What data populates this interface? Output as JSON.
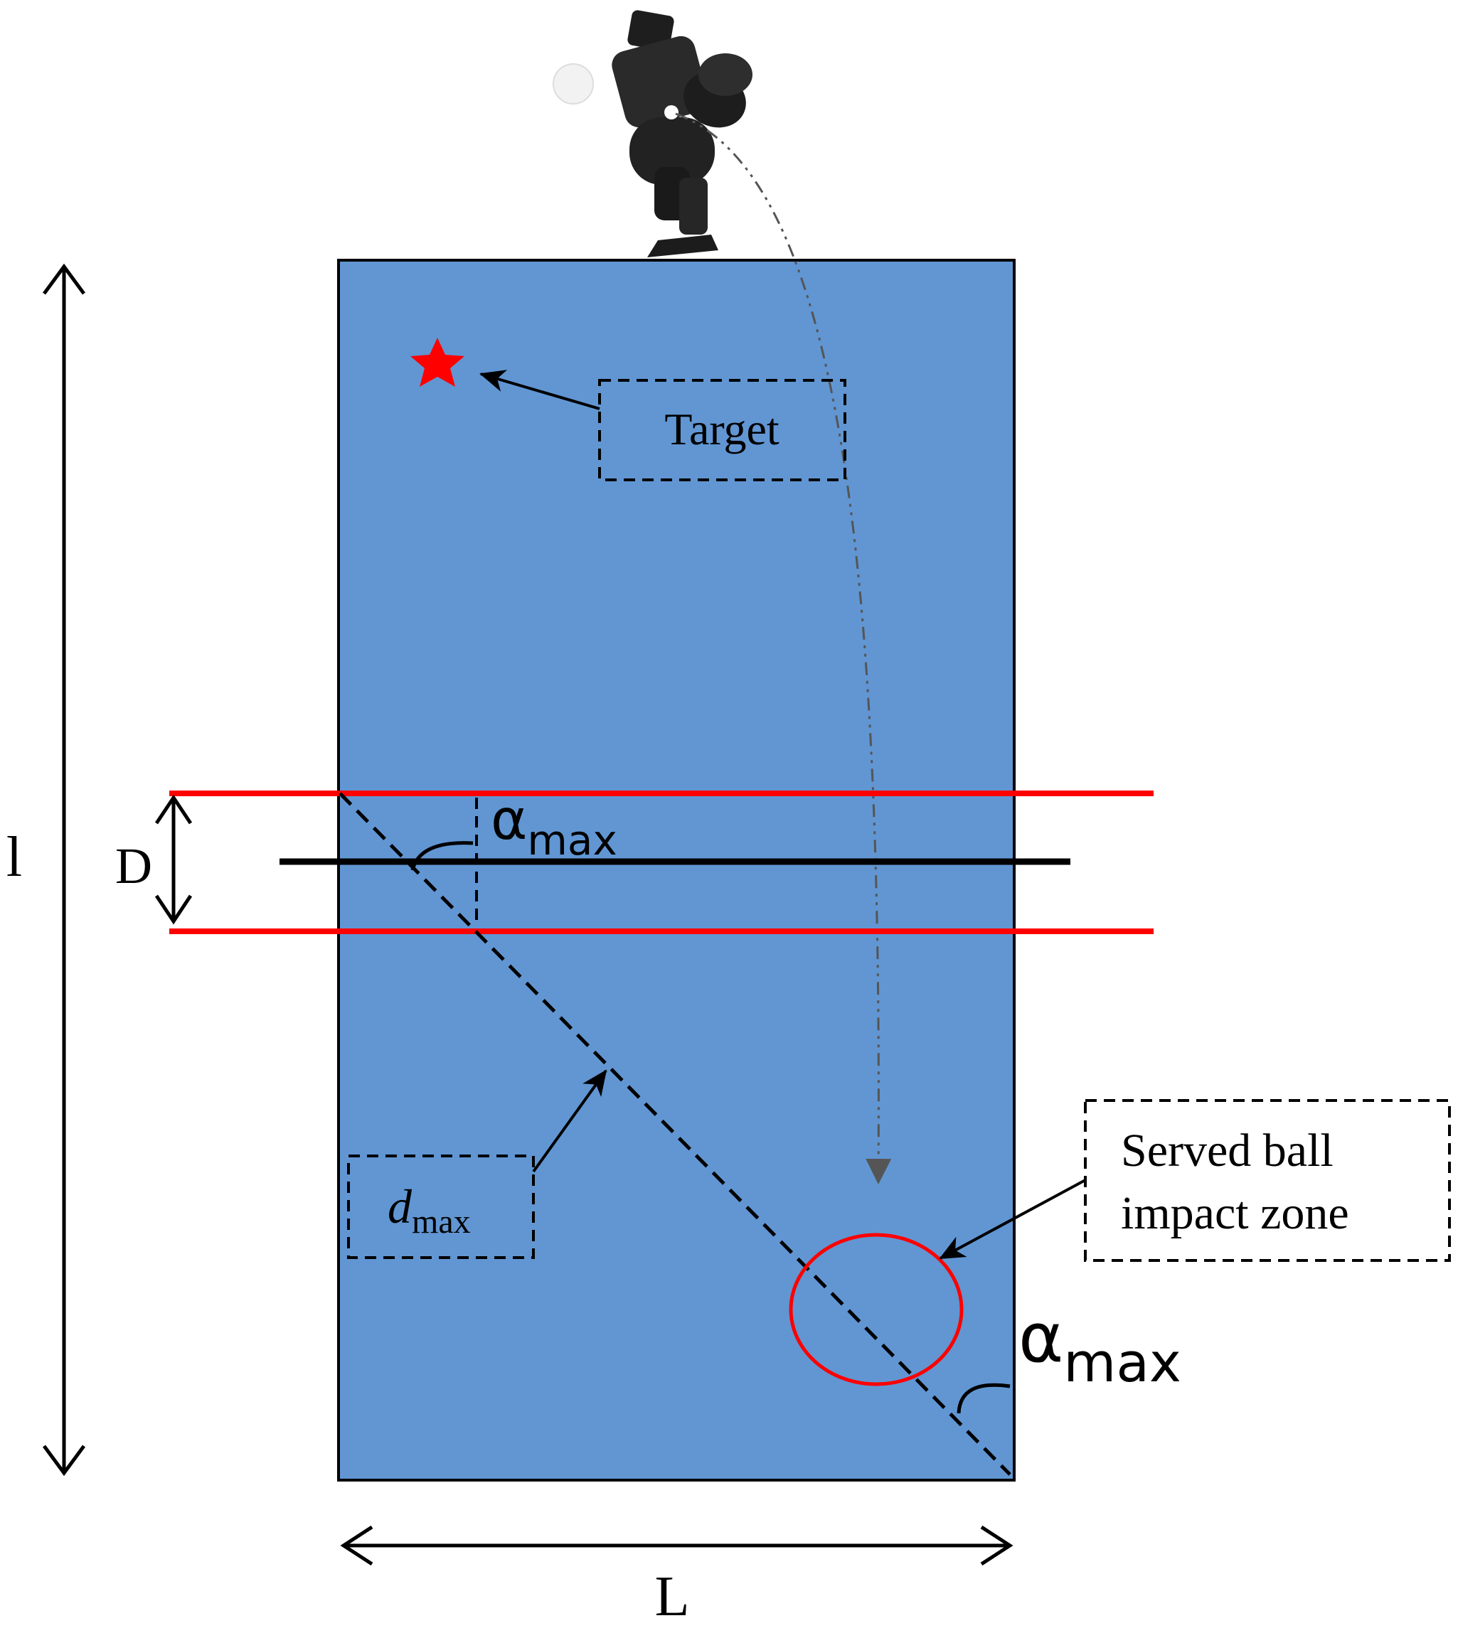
{
  "labels": {
    "target": "Target",
    "served_ball_line1": "Served ball",
    "served_ball_line2": "impact zone",
    "d_max_base": "d",
    "d_max_sub": "max",
    "alpha_upper_base": "α",
    "alpha_upper_sub": "max",
    "alpha_lower_base": "α",
    "alpha_lower_sub": "max",
    "dim_l": "l",
    "dim_L": "L",
    "dim_D": "D"
  },
  "colors": {
    "table_fill": "#6196d3",
    "outline": "#000000",
    "boundary_red": "#ff0000",
    "net_black": "#000000",
    "trajectory": "#555555"
  },
  "icons": {
    "target_marker": "star-icon",
    "ball_machine": "robot-launcher-icon"
  }
}
